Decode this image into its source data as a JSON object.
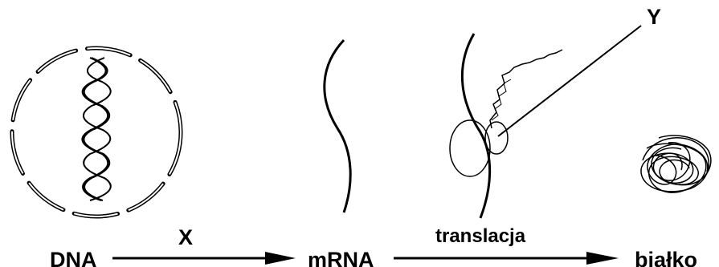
{
  "diagram": {
    "stages": {
      "dna": "DNA",
      "mrna": "mRNA",
      "protein": "białko"
    },
    "arrows": {
      "transcription": "X",
      "translation": "translacja"
    },
    "pointer_label": "Y"
  }
}
